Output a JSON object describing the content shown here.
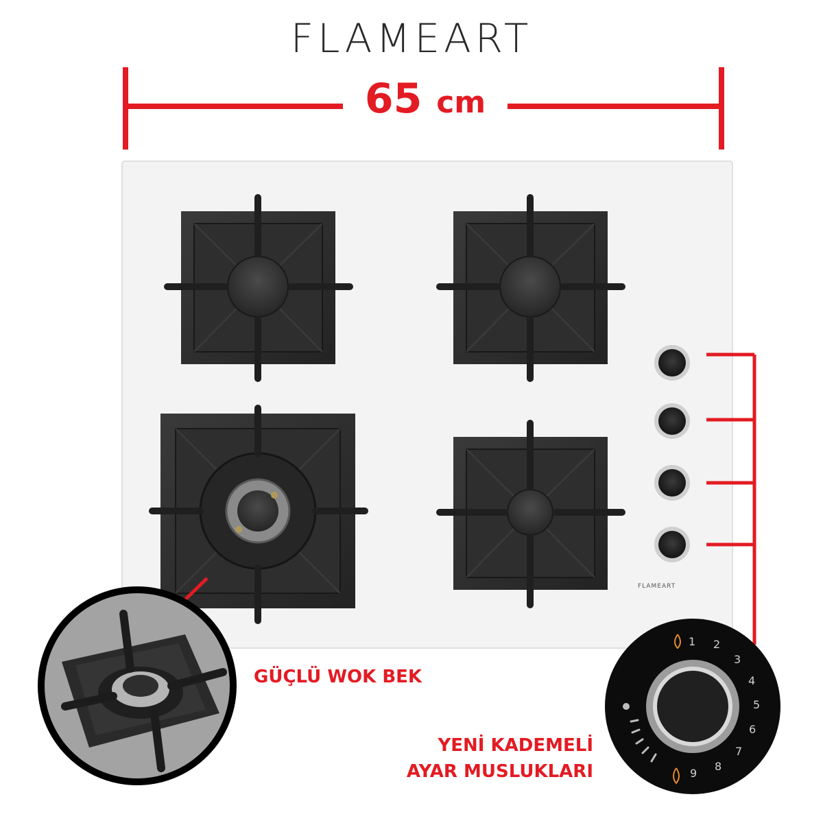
{
  "brand": {
    "logo_text": "FLAMEART",
    "small_logo_text": "FLAMEART"
  },
  "dimension": {
    "value": "65",
    "unit": "cm"
  },
  "callouts": {
    "wok": "GÜÇLÜ WOK BEK",
    "knobs_line1": "YENİ KADEMELİ",
    "knobs_line2": "AYAR MUSLUKLARI"
  },
  "knob_detail": {
    "dial_numbers": [
      "1",
      "2",
      "3",
      "4",
      "5",
      "6",
      "7",
      "8",
      "9"
    ]
  },
  "colors": {
    "accent_red": "#e31b23",
    "glass_white": "#f3f3f3",
    "cast_iron": "#2b2b2b"
  }
}
